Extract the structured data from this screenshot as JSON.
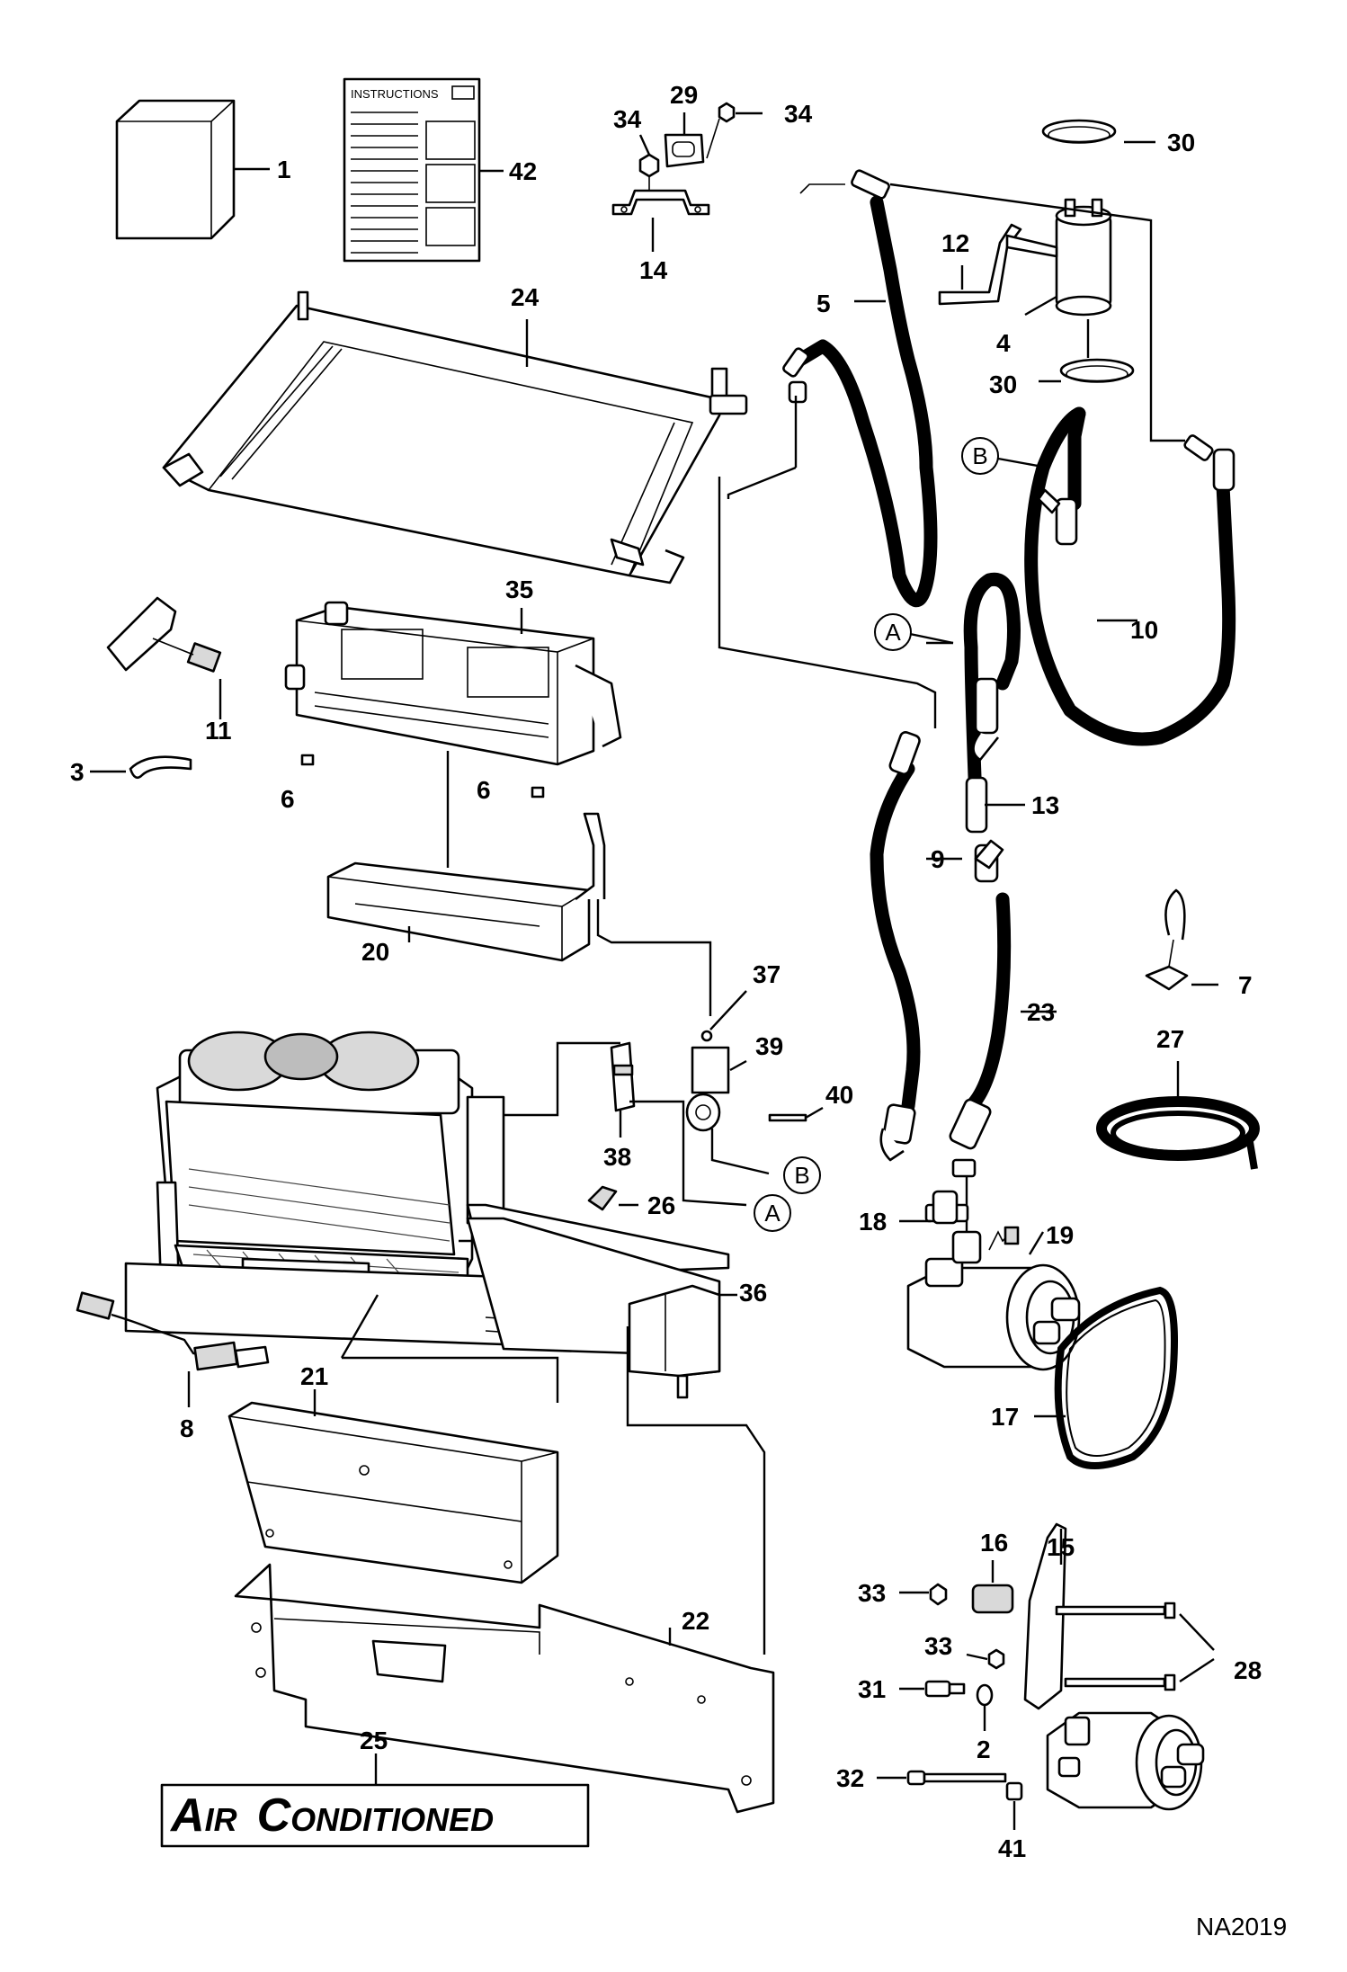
{
  "figure_id": "NA2019",
  "decal": {
    "word1_initial": "A",
    "word1_rest": "IR",
    "word2_initial": "C",
    "word2_rest": "ONDITIONED"
  },
  "instructions_card": {
    "header": "INSTRUCTIONS"
  },
  "callouts": [
    {
      "id": "c1",
      "text": "1"
    },
    {
      "id": "c42",
      "text": "42"
    },
    {
      "id": "c29",
      "text": "29"
    },
    {
      "id": "c34a",
      "text": "34"
    },
    {
      "id": "c34b",
      "text": "34"
    },
    {
      "id": "c14",
      "text": "14"
    },
    {
      "id": "c30a",
      "text": "30"
    },
    {
      "id": "c12",
      "text": "12"
    },
    {
      "id": "c5",
      "text": "5"
    },
    {
      "id": "c4",
      "text": "4"
    },
    {
      "id": "c30b",
      "text": "30"
    },
    {
      "id": "c24",
      "text": "24"
    },
    {
      "id": "c35",
      "text": "35"
    },
    {
      "id": "c10",
      "text": "10"
    },
    {
      "id": "c11",
      "text": "11"
    },
    {
      "id": "c3",
      "text": "3"
    },
    {
      "id": "c6a",
      "text": "6"
    },
    {
      "id": "c6b",
      "text": "6"
    },
    {
      "id": "c13",
      "text": "13"
    },
    {
      "id": "c9",
      "text": "9"
    },
    {
      "id": "c20",
      "text": "20"
    },
    {
      "id": "c37",
      "text": "37"
    },
    {
      "id": "c7",
      "text": "7"
    },
    {
      "id": "c23",
      "text": "23"
    },
    {
      "id": "c39",
      "text": "39"
    },
    {
      "id": "c27",
      "text": "27"
    },
    {
      "id": "c40",
      "text": "40"
    },
    {
      "id": "c38",
      "text": "38"
    },
    {
      "id": "c26",
      "text": "26"
    },
    {
      "id": "c18",
      "text": "18"
    },
    {
      "id": "c19",
      "text": "19"
    },
    {
      "id": "c36",
      "text": "36"
    },
    {
      "id": "c21",
      "text": "21"
    },
    {
      "id": "c8",
      "text": "8"
    },
    {
      "id": "c17",
      "text": "17"
    },
    {
      "id": "c16",
      "text": "16"
    },
    {
      "id": "c15",
      "text": "15"
    },
    {
      "id": "c33a",
      "text": "33"
    },
    {
      "id": "c22",
      "text": "22"
    },
    {
      "id": "c33b",
      "text": "33"
    },
    {
      "id": "c28",
      "text": "28"
    },
    {
      "id": "c31",
      "text": "31"
    },
    {
      "id": "c2",
      "text": "2"
    },
    {
      "id": "c25",
      "text": "25"
    },
    {
      "id": "c32",
      "text": "32"
    },
    {
      "id": "c41",
      "text": "41"
    }
  ],
  "connectors": [
    {
      "id": "Ba",
      "text": "B"
    },
    {
      "id": "Aa",
      "text": "A"
    },
    {
      "id": "Bb",
      "text": "B"
    },
    {
      "id": "Ab",
      "text": "A"
    }
  ]
}
